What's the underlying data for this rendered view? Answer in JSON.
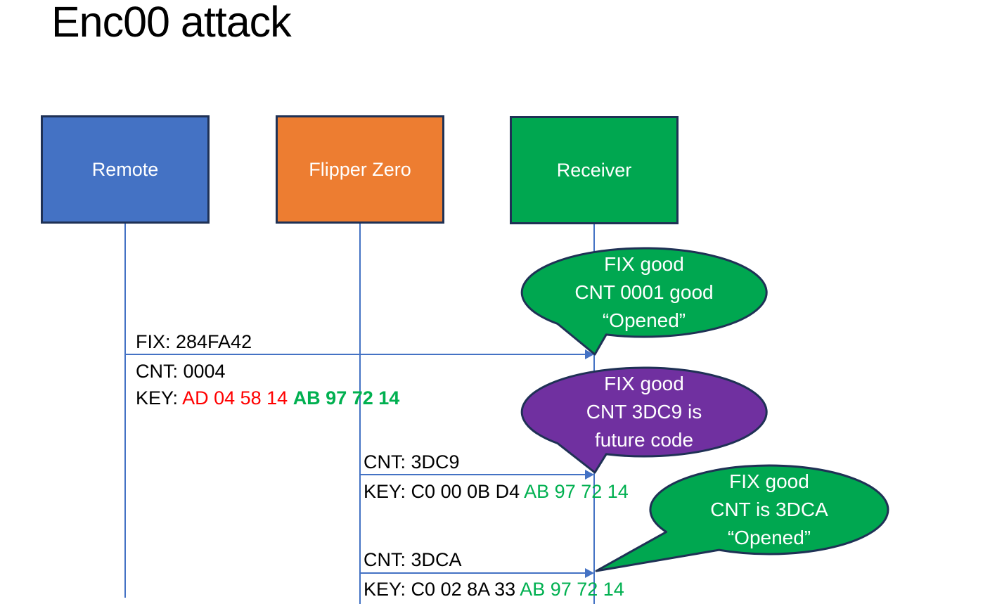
{
  "title": "Enc00 attack",
  "palette": {
    "remote_fill": "#4472C4",
    "flipper_fill": "#ED7D31",
    "receiver_fill": "#00A750",
    "bubble_green": "#00A750",
    "bubble_purple": "#7030A0",
    "outline": "#1F3155",
    "arrow_line": "#4472C4",
    "key_red": "#FF0000",
    "key_green": "#00B050",
    "text_white": "#FFFFFF",
    "title_color": "#000000"
  },
  "actors": [
    {
      "label": "Remote"
    },
    {
      "label": "Flipper Zero"
    },
    {
      "label": "Receiver"
    }
  ],
  "messages": [
    {
      "fix": "FIX: 284FA42",
      "cnt": "CNT: 0004",
      "key_label": "KEY: ",
      "key_red": "AD 04 58 14 ",
      "key_green": "AB 97 72 14"
    },
    {
      "cnt": "CNT: 3DC9",
      "key_label": "KEY: ",
      "key_black": "C0 00 0B D4 ",
      "key_green": "AB 97 72 14"
    },
    {
      "cnt": "CNT: 3DCA",
      "key_label": "KEY: ",
      "key_black": "C0 02 8A 33 ",
      "key_green": "AB 97 72 14"
    }
  ],
  "callouts": [
    {
      "lines": [
        "FIX good",
        "CNT 0001 good",
        "“Opened”"
      ]
    },
    {
      "lines": [
        "FIX good",
        "CNT 3DC9 is",
        "future code"
      ]
    },
    {
      "lines": [
        "FIX good",
        "CNT is 3DCA",
        "“Opened”"
      ]
    }
  ]
}
